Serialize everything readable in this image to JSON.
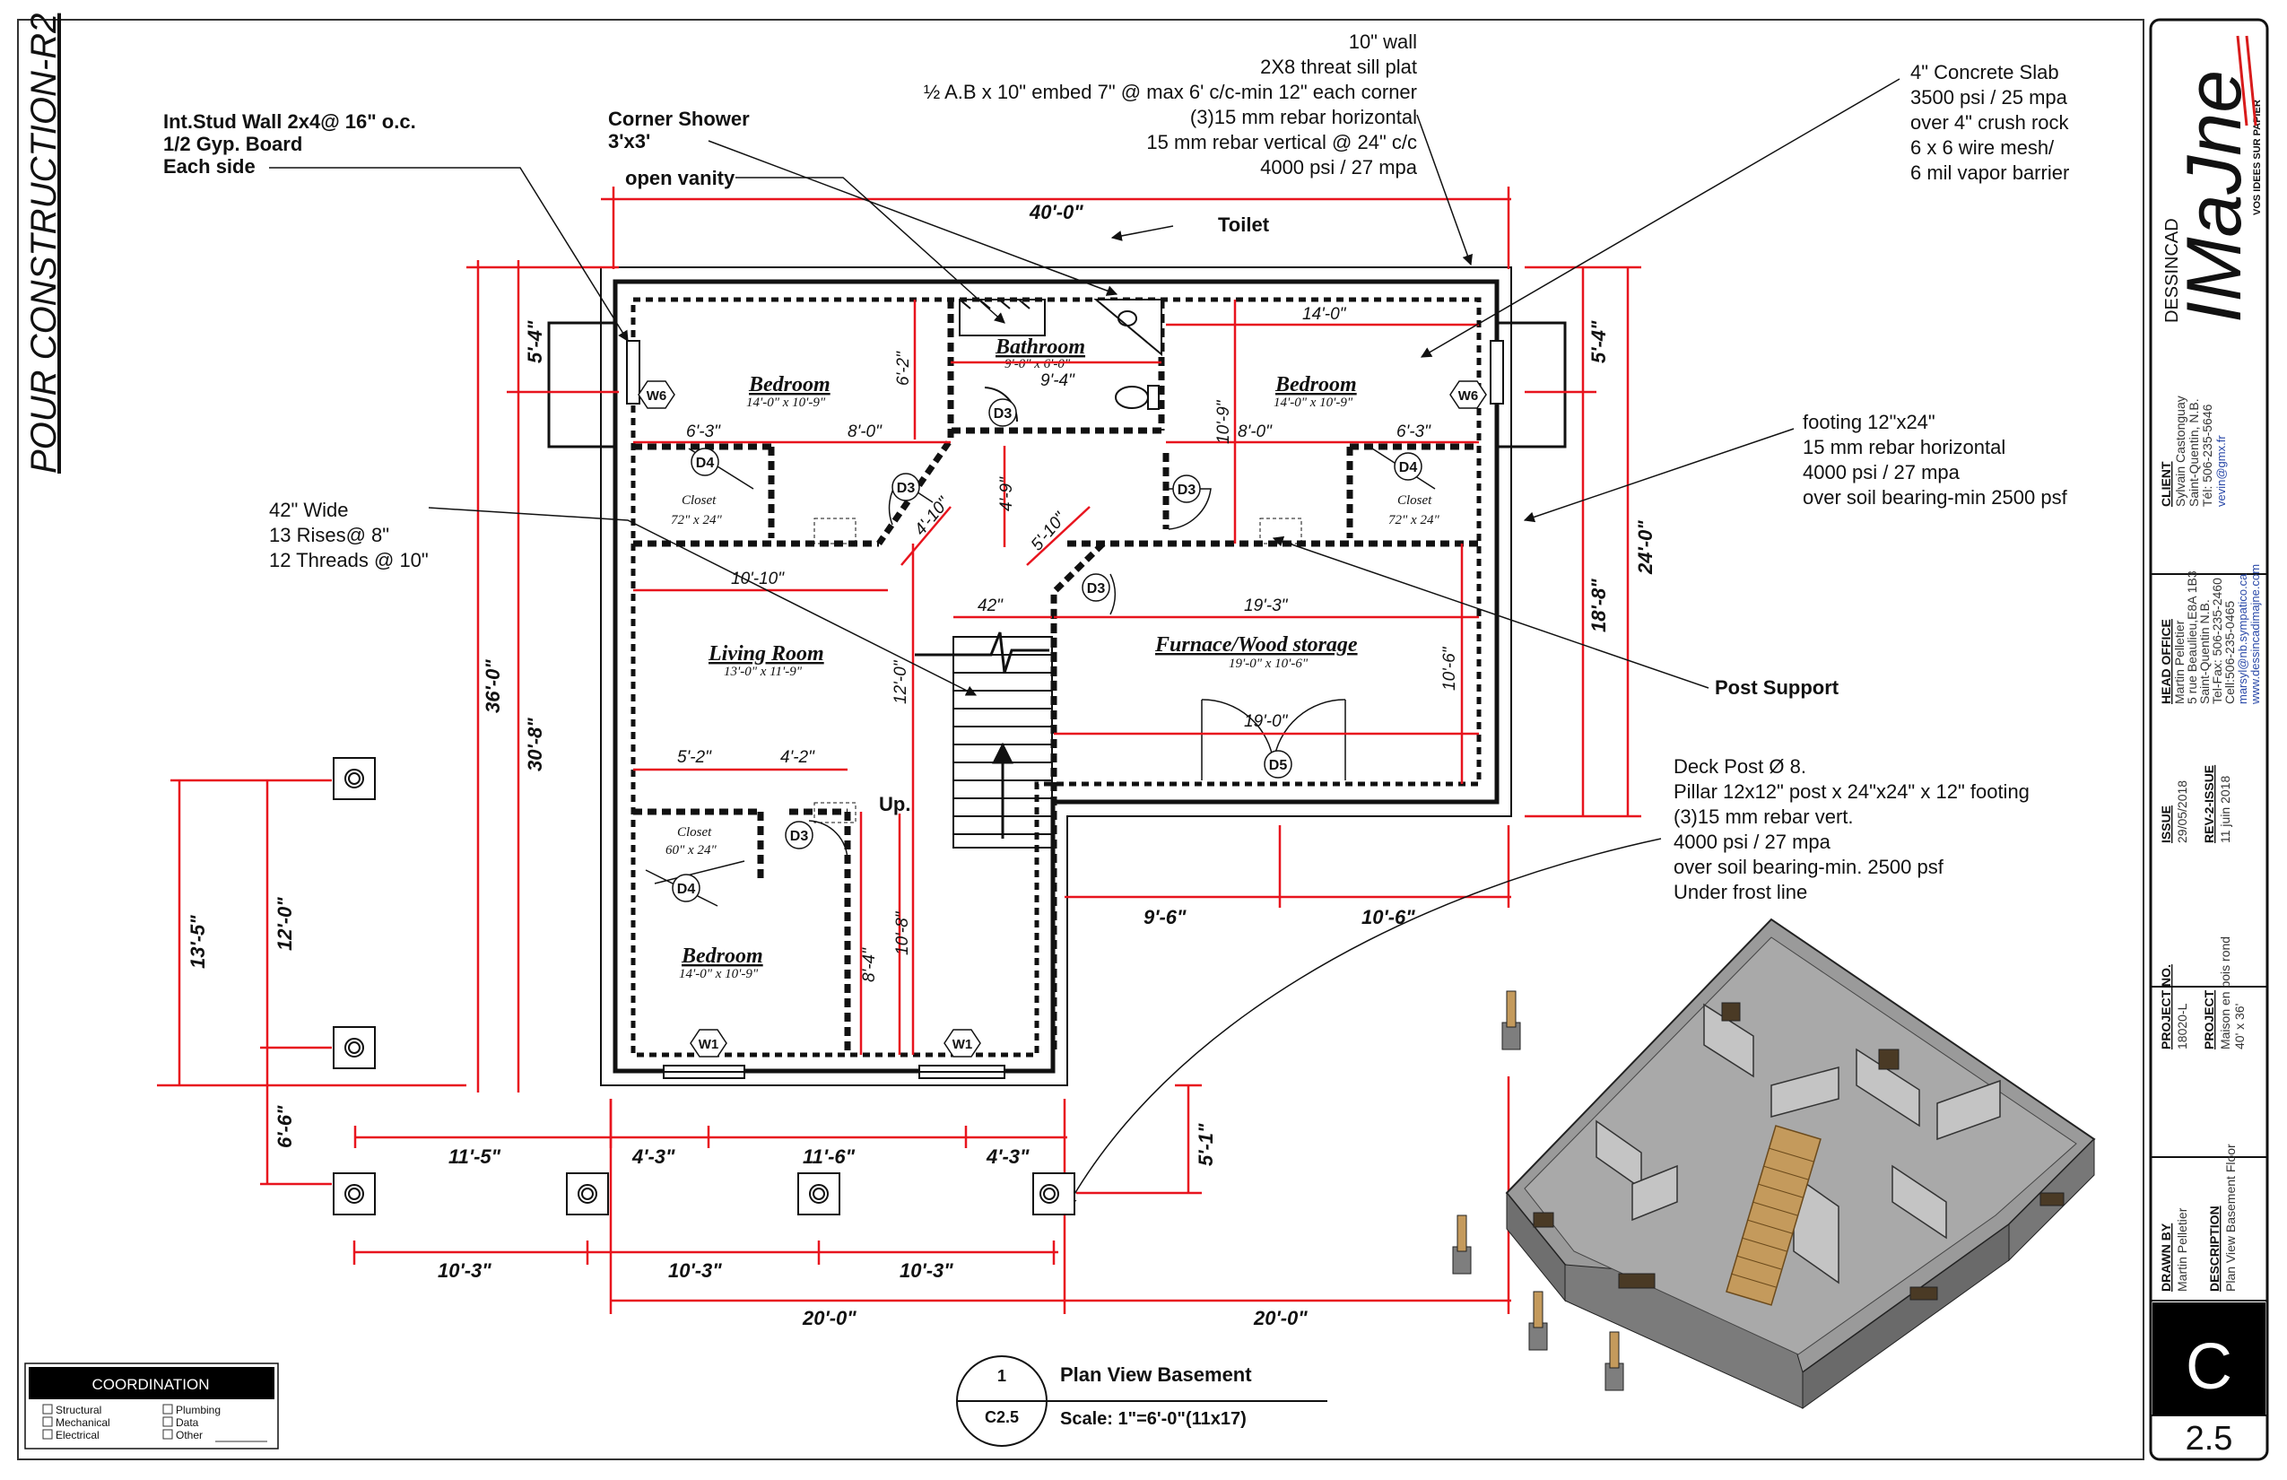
{
  "sheet_title": "POUR CONSTRUCTION-R2",
  "notes": {
    "stud_wall": [
      "Int.Stud Wall 2x4@ 16\" o.c.",
      "1/2 Gyp. Board",
      "Each side"
    ],
    "corner_shower": [
      "Corner Shower",
      "3'x3'"
    ],
    "open_vanity": "open vanity",
    "wall_spec": [
      "10\" wall",
      "2X8  threat sill plat",
      "½ A.B x 10\" embed 7\"  @ max 6' c/c-min 12\" each corner",
      "(3)15 mm rebar horizontal",
      "15 mm rebar vertical @ 24\" c/c",
      "4000 psi / 27 mpa"
    ],
    "slab": [
      "4\" Concrete Slab",
      "3500 psi / 25 mpa",
      "over 4\" crush rock",
      "6 x 6 wire mesh/",
      "6 mil vapor barrier"
    ],
    "toilet": "Toilet",
    "footing": [
      "footing 12\"x24\"",
      "15 mm rebar horizontal",
      "4000 psi / 27 mpa",
      "over soil bearing-min 2500 psf"
    ],
    "stairs": [
      "42\" Wide",
      "13 Rises@ 8\"",
      "12 Threads @ 10\""
    ],
    "post_support": "Post Support",
    "deck_post": [
      "Deck Post Ø 8.",
      "Pillar 12x12\" post x 24\"x24\" x 12\" footing",
      "(3)15 mm rebar vert.",
      "4000 psi / 27 mpa",
      "over soil bearing-min. 2500 psf",
      "Under frost line"
    ],
    "up": "Up."
  },
  "rooms": {
    "bedroom_nw": {
      "name": "Bedroom",
      "size": "14'-0\" x 10'-9\""
    },
    "bathroom": {
      "name": "Bathroom",
      "size": "9'-0\" x 6'-0\""
    },
    "bedroom_ne": {
      "name": "Bedroom",
      "size": "14'-0\" x 10'-9\""
    },
    "living": {
      "name": "Living Room",
      "size": "13'-0\" x 11'-9\""
    },
    "furnace": {
      "name": "Furnace/Wood storage",
      "size": "19'-0\" x 10'-6\""
    },
    "bedroom_sw": {
      "name": "Bedroom",
      "size": "14'-0\" x 10'-9\""
    },
    "closet_nw": {
      "name": "Closet",
      "size": "72\" x 24\""
    },
    "closet_ne": {
      "name": "Closet",
      "size": "72\" x 24\""
    },
    "closet_sw": {
      "name": "Closet",
      "size": "60\" x 24\""
    }
  },
  "tags": {
    "d3": "D3",
    "d4": "D4",
    "d5": "D5",
    "w1": "W1",
    "w6": "W6"
  },
  "dims": {
    "top_40": "40'-0\"",
    "v_36": "36'-0\"",
    "v_30_8": "30'-8\"",
    "v_5_4_left": "5'-4\"",
    "v_5_4_right": "5'-4\"",
    "v_24": "24'-0\"",
    "v_18_8": "18'-8\"",
    "v_13_5": "13'-5\"",
    "v_12": "12'-0\"",
    "v_6_6": "6'-6\"",
    "v_5_1": "5'-1\"",
    "b_11_5": "11'-5\"",
    "b_4_3a": "4'-3\"",
    "b_11_6": "11'-6\"",
    "b_4_3b": "4'-3\"",
    "b_10_3a": "10'-3\"",
    "b_10_3b": "10'-3\"",
    "b_10_3c": "10'-3\"",
    "b_20a": "20'-0\"",
    "b_20b": "20'-0\"",
    "r_9_6": "9'-6\"",
    "r_10_6": "10'-6\"",
    "i_6_3a": "6'-3\"",
    "i_8_0a": "8'-0\"",
    "i_6_2": "6'-2\"",
    "i_9_4": "9'-4\"",
    "i_14_0": "14'-0\"",
    "i_10_9": "10'-9\"",
    "i_8_0b": "8'-0\"",
    "i_6_3b": "6'-3\"",
    "i_4_10": "4'-10\"",
    "i_4_9": "4'-9\"",
    "i_5_10": "5'-10\"",
    "i_10_10": "10'-10\"",
    "i_42": "42\"",
    "i_19_3": "19'-3\"",
    "i_10_6": "10'-6\"",
    "i_12_0": "12'-0\"",
    "i_19_0": "19'-0\"",
    "i_5_2": "5'-2\"",
    "i_4_2": "4'-2\"",
    "i_10_8": "10'-8\"",
    "i_8_4": "8'-4\""
  },
  "coordination": {
    "title": "COORDINATION",
    "items": [
      "Structural",
      "Mechanical",
      "Electrical",
      "Plumbing",
      "Data",
      "Other"
    ]
  },
  "view_label": {
    "number": "1",
    "sheet": "C2.5",
    "title": "Plan View Basement",
    "scale": "Scale:  1\"=6'-0\"(11x17)"
  },
  "title_block": {
    "logo_small": "DESSINCAD",
    "logo": "IMaJne",
    "tagline": "VOS IDEES SUR PAPIER",
    "client_h": "CLIENT",
    "client": [
      "Sylvain Castonguay",
      "Saint-Quentin, N.B.",
      "Tél: 506-235-5646",
      "vevin@gmx.fr"
    ],
    "office_h": "HEAD OFFICE",
    "office": [
      "Martin Pelletier",
      "5 rue Beaulieu,E8A 1B3",
      "Saint-Quentin N.B.",
      "Tel-Fax: 506-235-2460",
      "Cell:506-235-0465",
      "marsyl@nb.sympatico.ca",
      "www.dessincadimajne.com"
    ],
    "issue_h": "ISSUE",
    "issue": "29/05/2018",
    "rev_h": "REV-2-ISSUE",
    "rev": "11 juin 2018",
    "proj_no_h": "PROJECT NO.",
    "proj_no": "18020-L",
    "project_h": "PROJECT",
    "project": [
      "Maison en bois rond",
      "40' x 36'"
    ],
    "drawn_h": "DRAWN BY",
    "drawn": "Martin Pelletier",
    "desc_h": "DESCRIPTION",
    "desc": "Plan View Basement Floor",
    "sheet_letter": "C",
    "sheet_num": "2.5"
  },
  "colors": {
    "dimension": "#e8141e",
    "wall": "#111111",
    "iso_floor": "#8d8d8d",
    "iso_wall": "#6e6e6e",
    "stair": "#c49a5c"
  }
}
